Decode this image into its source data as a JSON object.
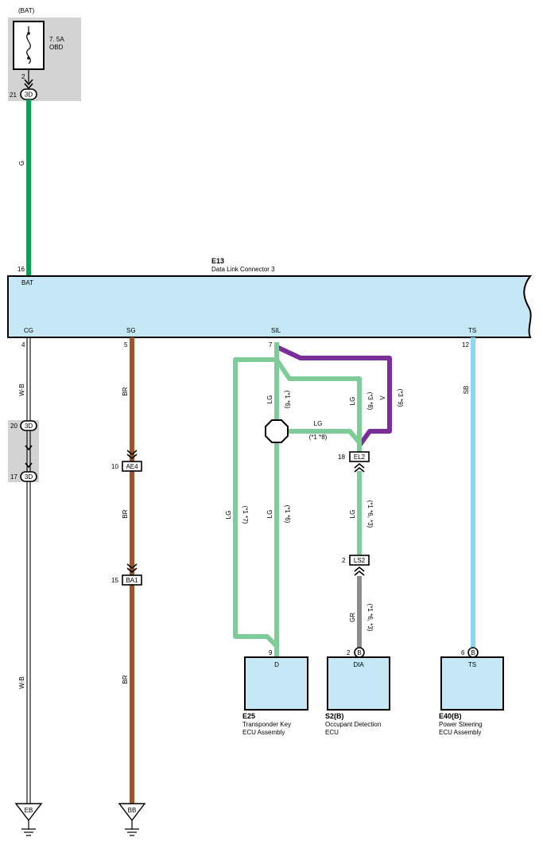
{
  "power_source": {
    "label": "(BAT)"
  },
  "fuse": {
    "rating": "7. 5A",
    "name": "OBD",
    "pin": "2"
  },
  "junction_3d": {
    "code": "3D",
    "pin_top": "21",
    "pin_mid_upper": "20",
    "pin_mid_lower": "17"
  },
  "dlc": {
    "id": "E13",
    "name": "Data Link Connector 3",
    "pins": {
      "bat": {
        "num": "16",
        "label": "BAT"
      },
      "cg": {
        "num": "4",
        "label": "CG"
      },
      "sg": {
        "num": "5",
        "label": "SG"
      },
      "sil": {
        "num": "7",
        "label": "SIL"
      },
      "ts": {
        "num": "12",
        "label": "TS"
      }
    }
  },
  "wires": {
    "g": "G",
    "wb": "W-B",
    "br": "BR",
    "lg": "LG",
    "v": "V",
    "sb": "SB",
    "gr": "GR"
  },
  "wire_notes": {
    "sil_center": "(*1 *6)",
    "sil_right": "(*3 *8)",
    "violet": "(*3 *9)",
    "lg_horizontal": "(*1 *8)",
    "lg_left": "(*1 *7)",
    "lg_center_lower": "(*1 *6)",
    "el2_ls2": "(*1 *6, *3)",
    "gr": "(*1 *6, *3)"
  },
  "connectors": {
    "ae4": {
      "code": "AE4",
      "pin": "10"
    },
    "ba1": {
      "code": "BA1",
      "pin": "15"
    },
    "el2": {
      "code": "EL2",
      "pin": "18"
    },
    "ls2": {
      "code": "LS2",
      "pin": "2"
    }
  },
  "grounds": {
    "eb": "EB",
    "bb": "BB"
  },
  "components": {
    "e25": {
      "pin_num": "9",
      "pin_label": "D",
      "id": "E25",
      "name1": "Transponder Key",
      "name2": "ECU Assembly"
    },
    "s2b": {
      "pin_num": "2",
      "pin_label": "DIA",
      "conn": "B",
      "id": "S2(B)",
      "name1": "Occupant Detection",
      "name2": "ECU"
    },
    "e40b": {
      "pin_num": "6",
      "pin_label": "TS",
      "conn": "B",
      "id": "E40(B)",
      "name1": "Power Steering",
      "name2": "ECU Assembly"
    }
  },
  "colors": {
    "green": "#00a651",
    "light_green": "#80cc99",
    "brown": "#a0522d",
    "violet": "#7b2d9a",
    "sky_blue": "#8fd6f4",
    "gray": "#8c8c8c",
    "component_fill": "#c6e7f5",
    "shade": "#d3d3d3"
  }
}
